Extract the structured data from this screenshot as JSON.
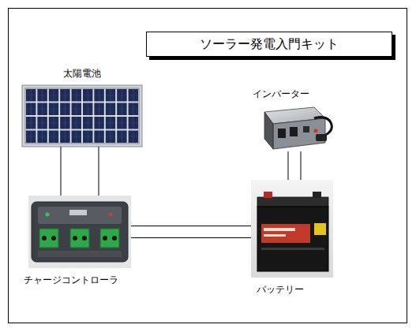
{
  "diagram": {
    "title": "ソーラー発電入門キット",
    "nodes": [
      {
        "text": [
          "太陽電池"
        ]
      },
      {
        "text": [
          "インバーター"
        ]
      },
      {
        "text": [
          "チャージコントローラ"
        ]
      },
      {
        "text": [
          "バッテリー"
        ]
      }
    ],
    "edges": [
      {
        "from": 0,
        "to": 2,
        "arrow": "none"
      },
      {
        "from": 2,
        "to": 3,
        "arrow": "none"
      },
      {
        "from": 3,
        "to": 1,
        "arrow": "none"
      }
    ]
  }
}
